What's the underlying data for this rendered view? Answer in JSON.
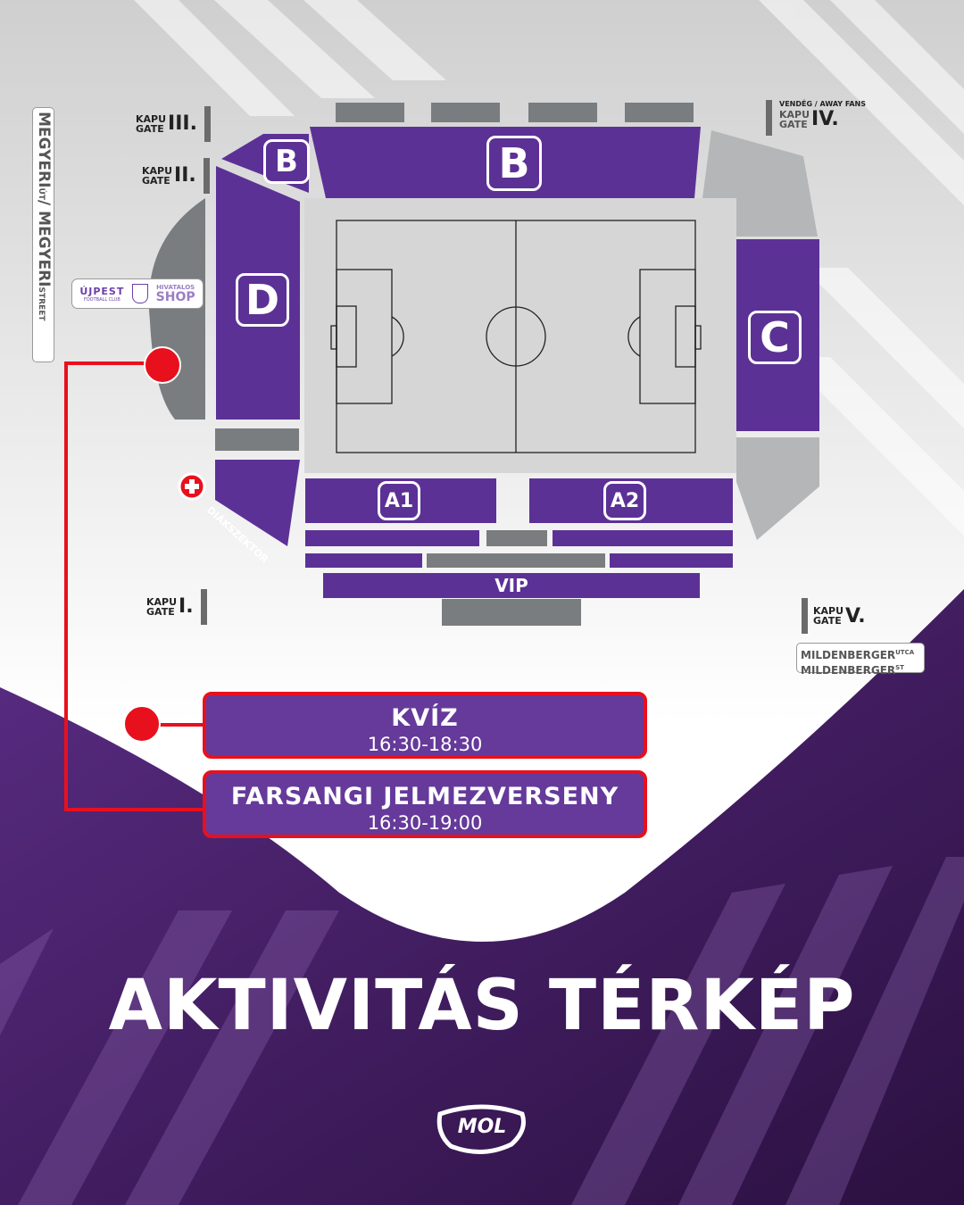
{
  "gates": {
    "gate1": {
      "kapu": "KAPU",
      "gate": "GATE",
      "num": "I."
    },
    "gate2": {
      "kapu": "KAPU",
      "gate": "GATE",
      "num": "II."
    },
    "gate3": {
      "kapu": "KAPU",
      "gate": "GATE",
      "num": "III."
    },
    "gate4": {
      "header": "VENDÉG / AWAY FANS",
      "kapu": "KAPU",
      "gate": "GATE",
      "num": "IV."
    },
    "gate5": {
      "kapu": "KAPU",
      "gate": "GATE",
      "num": "V."
    }
  },
  "sectors": {
    "b_small": "B",
    "b_main": "B",
    "c": "C",
    "d": "D",
    "a1": "A1",
    "a2": "A2",
    "vip": "VIP",
    "diakszektor": "DIÁKSZEKTOR"
  },
  "streets": {
    "megyeri_main": "MEGYERI",
    "megyeri_ut": "ÚT",
    "megyeri_en": "MEGYERI",
    "megyeri_street": "STREET",
    "mildenberger1": "MILDENBERGER",
    "mildenberger1_sup": "UTCA",
    "mildenberger2": "MILDENBERGER",
    "mildenberger2_sup": "ST"
  },
  "shop": {
    "brand": "ÚJPEST",
    "club": "FOOTBALL CLUB",
    "official": "HIVATALOS",
    "shop": "SHOP"
  },
  "events": [
    {
      "title": "KVÍZ",
      "time": "16:30-18:30"
    },
    {
      "title": "FARSANGI JELMEZVERSENY",
      "time": "16:30-19:00"
    }
  ],
  "heading": "AKTIVITÁS TÉRKÉP",
  "sponsor": "MOL",
  "colors": {
    "purple": "#5c3196",
    "dark_purple": "#34154f",
    "gray": "#7a7d7f",
    "light_gray": "#b5b6b7",
    "red": "#e8101d",
    "pitch": "#d6d6d6"
  }
}
